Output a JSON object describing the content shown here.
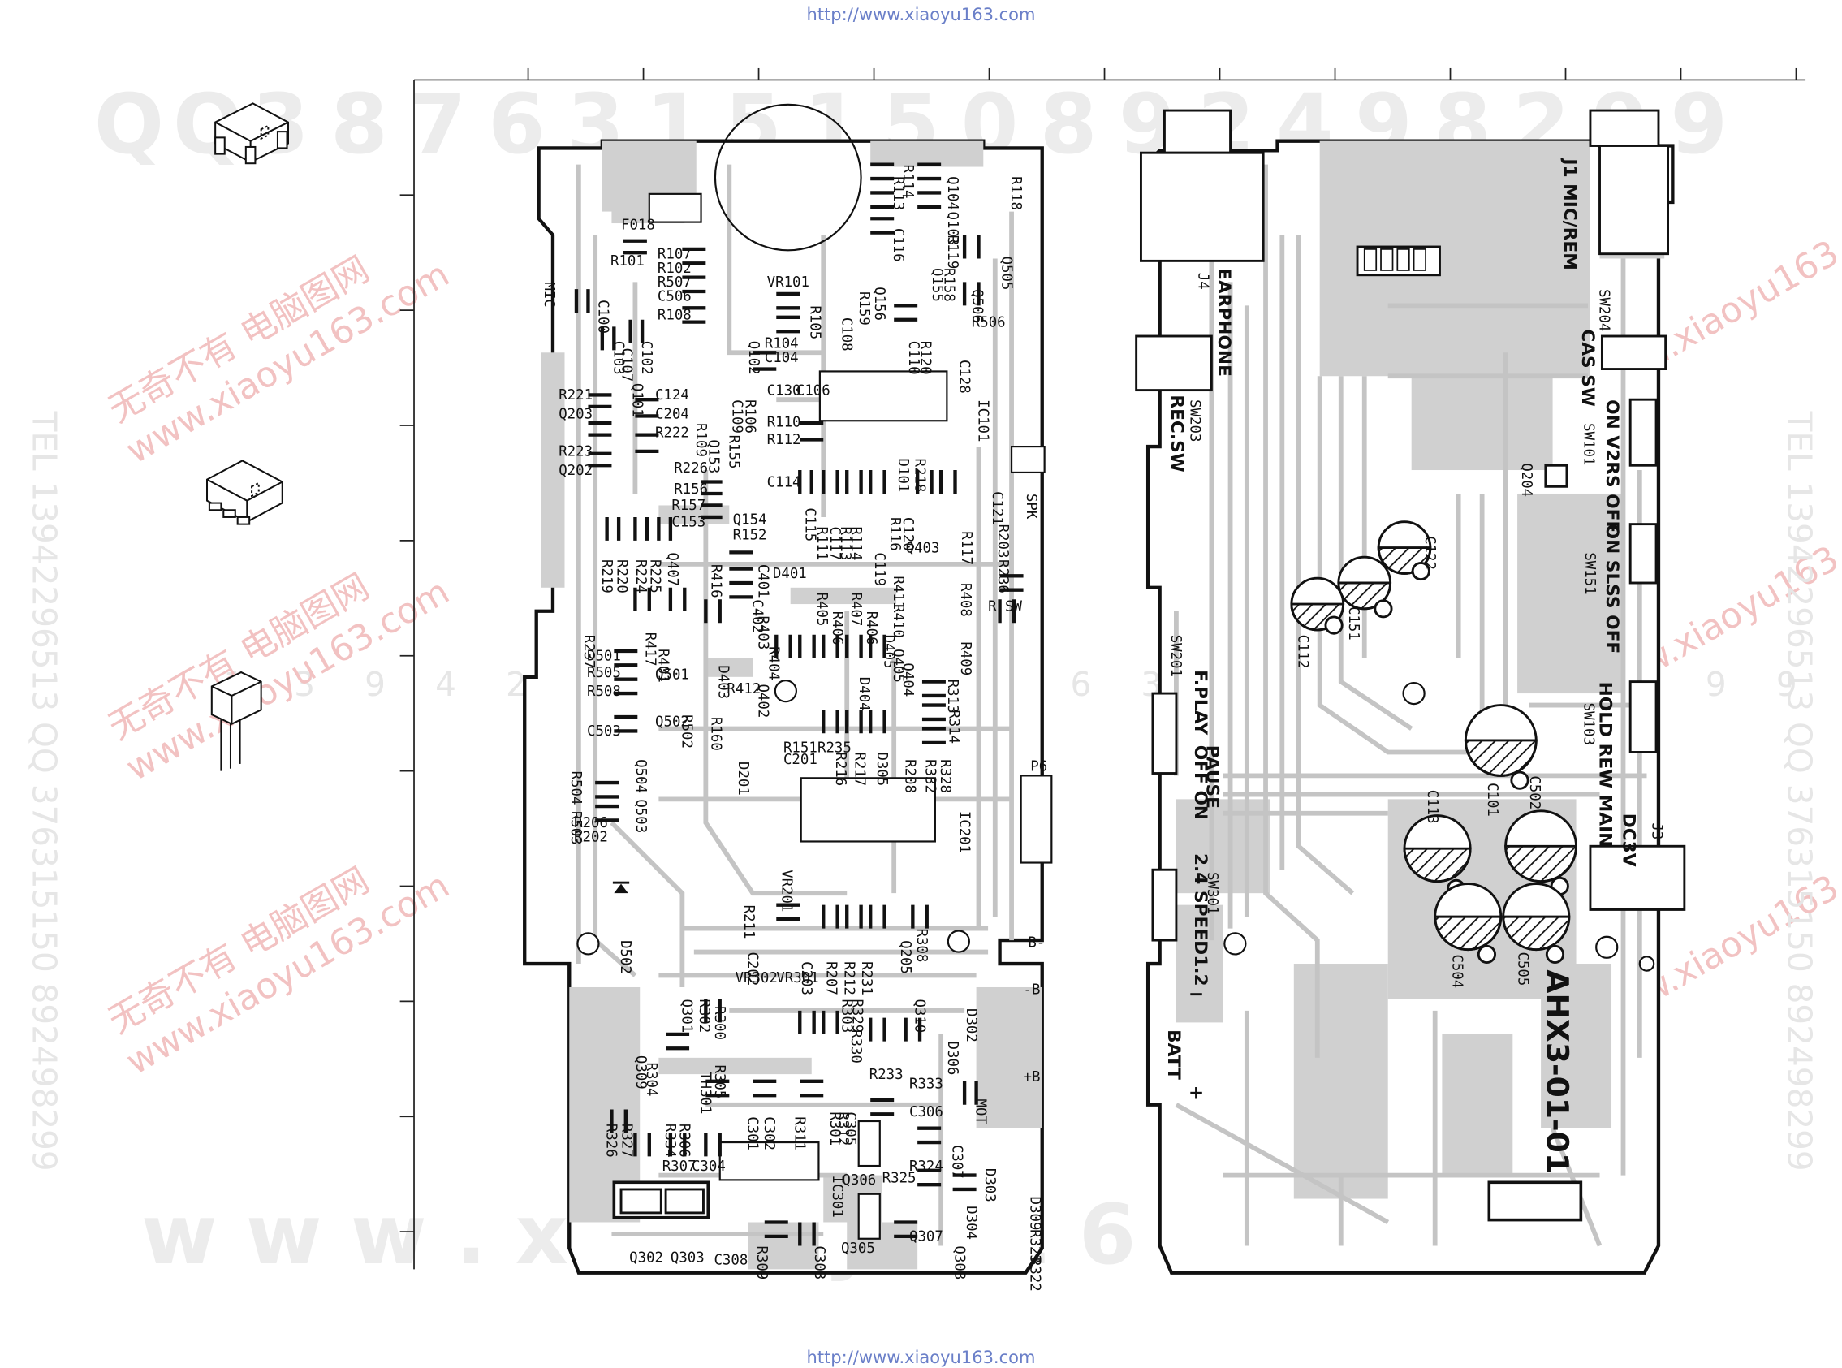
{
  "url_top": "http://www.xiaoyu163.com",
  "url_bottom": "http://www.xiaoyu163.com",
  "watermark": {
    "top_digits": [
      "Q",
      "Q",
      "3",
      "8",
      "7",
      "6",
      "3",
      "1",
      "5",
      "1",
      "5",
      "0",
      "8",
      "9",
      "2",
      "4",
      "9",
      "8",
      "2",
      "9",
      "9"
    ],
    "mid_digits": [
      "1",
      "3",
      "9",
      "4",
      "2",
      "2",
      "9",
      "6",
      "5",
      "1",
      "3",
      "7",
      "6",
      "3",
      "8",
      "9",
      "2",
      "4",
      "9",
      "8",
      "2",
      "9",
      "9"
    ],
    "bottom_text": "w w w . x i a o y u 1 6 3 . c o m",
    "cn_left": "无奇不有 电脑图网",
    "url_diag": "www.xiaoyu163.com",
    "tel_left": "TEL 13942296513  QQ 376315150  892498299",
    "tel_right": "TEL 13942296513  QQ 376315150  892498299"
  },
  "board_a_labels": [
    [
      "F018",
      528,
      195
    ],
    [
      "R101",
      519,
      226
    ],
    [
      "MIC",
      463,
      240
    ],
    [
      "C100",
      509,
      255
    ],
    [
      "R107",
      559,
      220
    ],
    [
      "R102",
      559,
      232
    ],
    [
      "R507",
      559,
      244
    ],
    [
      "C506",
      559,
      256
    ],
    [
      "R108",
      559,
      272
    ],
    [
      "C103",
      522,
      290
    ],
    [
      "C107",
      529,
      296
    ],
    [
      "C102",
      546,
      290
    ],
    [
      "Q101",
      538,
      326
    ],
    [
      "R221",
      475,
      340
    ],
    [
      "Q203",
      475,
      356
    ],
    [
      "C124",
      557,
      340
    ],
    [
      "C204",
      557,
      356
    ],
    [
      "R222",
      557,
      372
    ],
    [
      "R223",
      475,
      388
    ],
    [
      "Q202",
      475,
      404
    ],
    [
      "R226",
      573,
      402
    ],
    [
      "R156",
      573,
      420
    ],
    [
      "R157",
      571,
      434
    ],
    [
      "C153",
      571,
      448
    ],
    [
      "R219",
      512,
      476
    ],
    [
      "R220",
      525,
      476
    ],
    [
      "R224",
      541,
      476
    ],
    [
      "R225",
      553,
      476
    ],
    [
      "Q407",
      568,
      470
    ],
    [
      "R416",
      605,
      480
    ],
    [
      "C401",
      645,
      480
    ],
    [
      "R237",
      497,
      540
    ],
    [
      "D501",
      499,
      562
    ],
    [
      "R505",
      499,
      576
    ],
    [
      "R508",
      499,
      592
    ],
    [
      "R417",
      549,
      538
    ],
    [
      "R401",
      560,
      552
    ],
    [
      "Q501",
      557,
      578
    ],
    [
      "R502",
      580,
      608
    ],
    [
      "Q502",
      557,
      618
    ],
    [
      "C503",
      499,
      626
    ],
    [
      "Q504",
      541,
      646
    ],
    [
      "R504",
      486,
      656
    ],
    [
      "Q503",
      541,
      680
    ],
    [
      "R503",
      486,
      690
    ],
    [
      "R206",
      488,
      704
    ],
    [
      "R202",
      488,
      716
    ],
    [
      "D502",
      528,
      800
    ],
    [
      "VR101",
      652,
      244
    ],
    [
      "R105",
      689,
      260
    ],
    [
      "Q102",
      637,
      290
    ],
    [
      "R104",
      650,
      296
    ],
    [
      "C104",
      650,
      308
    ],
    [
      "C109",
      623,
      340
    ],
    [
      "R106",
      634,
      340
    ],
    [
      "C130",
      652,
      336
    ],
    [
      "C106",
      677,
      336
    ],
    [
      "R109",
      592,
      360
    ],
    [
      "Q153",
      603,
      374
    ],
    [
      "R155",
      620,
      370
    ],
    [
      "R110",
      652,
      363
    ],
    [
      "R112",
      652,
      378
    ],
    [
      "C114",
      652,
      414
    ],
    [
      "Q154",
      623,
      446
    ],
    [
      "R152",
      623,
      459
    ],
    [
      "D401",
      657,
      492
    ],
    [
      "C402",
      640,
      510
    ],
    [
      "R403",
      645,
      524
    ],
    [
      "R404",
      654,
      550
    ],
    [
      "D403",
      611,
      566
    ],
    [
      "Q402",
      645,
      582
    ],
    [
      "R412",
      618,
      590
    ],
    [
      "R160",
      605,
      610
    ],
    [
      "D201",
      628,
      648
    ],
    [
      "R151",
      666,
      640
    ],
    [
      "C201",
      666,
      650
    ],
    [
      "VR201",
      665,
      740
    ],
    [
      "R211",
      633,
      770
    ],
    [
      "C202",
      636,
      810
    ],
    [
      "C203",
      682,
      818
    ],
    [
      "R207",
      703,
      818
    ],
    [
      "R212",
      718,
      818
    ],
    [
      "R231",
      733,
      818
    ],
    [
      "Q301",
      580,
      850
    ],
    [
      "R302",
      595,
      850
    ],
    [
      "R300",
      608,
      856
    ],
    [
      "VR302",
      625,
      836
    ],
    [
      "VR301",
      660,
      836
    ],
    [
      "Q309",
      541,
      898
    ],
    [
      "R304",
      550,
      904
    ],
    [
      "TH301",
      596,
      912
    ],
    [
      "R305",
      608,
      906
    ],
    [
      "R326",
      516,
      956
    ],
    [
      "R327",
      529,
      956
    ],
    [
      "R334",
      566,
      956
    ],
    [
      "R306",
      578,
      956
    ],
    [
      "R307",
      563,
      996
    ],
    [
      "C304",
      588,
      996
    ],
    [
      "C301",
      636,
      950
    ],
    [
      "C302",
      650,
      950
    ],
    [
      "R311",
      676,
      950
    ],
    [
      "Q302",
      535,
      1074
    ],
    [
      "Q303",
      570,
      1074
    ],
    [
      "C308",
      607,
      1076
    ],
    [
      "R309",
      644,
      1060
    ],
    [
      "C303",
      693,
      1060
    ],
    [
      "Q305",
      715,
      1066
    ],
    [
      "IC301",
      708,
      1000
    ],
    [
      "Q306",
      716,
      1008
    ],
    [
      "Q307",
      773,
      1056
    ],
    [
      "R322",
      876,
      1070
    ],
    [
      "R323",
      876,
      1046
    ],
    [
      "D309",
      876,
      1018
    ],
    [
      "Q308",
      812,
      1060
    ],
    [
      "D304",
      822,
      1026
    ],
    [
      "D303",
      838,
      994
    ],
    [
      "R325",
      750,
      1006
    ],
    [
      "R324",
      773,
      996
    ],
    [
      "C306",
      773,
      950
    ],
    [
      "C307",
      810,
      974
    ],
    [
      "R333",
      773,
      926
    ],
    [
      "R233",
      739,
      918
    ],
    [
      "MOT",
      830,
      935
    ],
    [
      "D306",
      806,
      886
    ],
    [
      "D302",
      822,
      858
    ],
    [
      "Q310",
      778,
      850
    ],
    [
      "R303",
      716,
      850
    ],
    [
      "R329",
      725,
      850
    ],
    [
      "R330",
      724,
      876
    ],
    [
      "R312",
      713,
      946
    ],
    [
      "R301",
      706,
      946
    ],
    [
      "C305",
      719,
      946
    ],
    [
      "Q205",
      766,
      800
    ],
    [
      "R308",
      780,
      790
    ],
    [
      "R235",
      695,
      640
    ],
    [
      "R216",
      711,
      640
    ],
    [
      "R217",
      727,
      640
    ],
    [
      "D305",
      746,
      640
    ],
    [
      "R208",
      770,
      646
    ],
    [
      "R332",
      787,
      646
    ],
    [
      "R328",
      800,
      646
    ],
    [
      "R314",
      807,
      604
    ],
    [
      "R313",
      806,
      578
    ],
    [
      "D404",
      731,
      576
    ],
    [
      "R405",
      695,
      504
    ],
    [
      "R406",
      708,
      520
    ],
    [
      "R407",
      724,
      504
    ],
    [
      "R406",
      737,
      520
    ],
    [
      "D405",
      752,
      540
    ],
    [
      "Q405",
      760,
      552
    ],
    [
      "Q404",
      768,
      564
    ],
    [
      "R410",
      760,
      514
    ],
    [
      "R411",
      760,
      490
    ],
    [
      "Q403",
      770,
      470
    ],
    [
      "R408",
      817,
      496
    ],
    [
      "R409",
      817,
      546
    ],
    [
      "R SW",
      840,
      520
    ],
    [
      "C119",
      744,
      470
    ],
    [
      "R111",
      695,
      448
    ],
    [
      "C117",
      706,
      448
    ],
    [
      "R113",
      715,
      448
    ],
    [
      "R114",
      724,
      448
    ],
    [
      "C115",
      685,
      432
    ],
    [
      "R116",
      757,
      440
    ],
    [
      "C120",
      768,
      440
    ],
    [
      "D101",
      764,
      390
    ],
    [
      "R218",
      778,
      390
    ],
    [
      "R117",
      818,
      452
    ],
    [
      "R203",
      849,
      446
    ],
    [
      "R236",
      849,
      476
    ],
    [
      "SPK",
      873,
      420
    ],
    [
      "C121",
      844,
      418
    ],
    [
      "C128",
      816,
      306
    ],
    [
      "IC101",
      832,
      340
    ],
    [
      "R120",
      783,
      290
    ],
    [
      "C110",
      773,
      290
    ],
    [
      "R506",
      826,
      278
    ],
    [
      "Q506",
      827,
      246
    ],
    [
      "Q505",
      852,
      218
    ],
    [
      "R118",
      860,
      150
    ],
    [
      "Q104",
      806,
      150
    ],
    [
      "Q103",
      806,
      180
    ],
    [
      "R119",
      806,
      200
    ],
    [
      "R113",
      760,
      150
    ],
    [
      "R114",
      768,
      140
    ],
    [
      "C116",
      760,
      194
    ],
    [
      "Q155",
      793,
      228
    ],
    [
      "R158",
      803,
      228
    ],
    [
      "R159",
      731,
      248
    ],
    [
      "Q156",
      744,
      244
    ],
    [
      "C108",
      716,
      270
    ],
    [
      "IC201",
      816,
      690
    ],
    [
      "P6",
      876,
      656
    ],
    [
      "B-",
      874,
      806
    ],
    [
      "-B",
      870,
      846
    ],
    [
      "+B",
      870,
      920
    ]
  ],
  "board_b_labels": [
    [
      "J1 MIC/REM",
      1330,
      135
    ],
    [
      "SW204",
      1360,
      246
    ],
    [
      "CAS SW",
      1345,
      280
    ],
    [
      "ON V2RS OFF",
      1366,
      340
    ],
    [
      "SW101",
      1347,
      360
    ],
    [
      "ON SLSS OFF",
      1366,
      446
    ],
    [
      "SW151",
      1348,
      470
    ],
    [
      "HOLD REW MAIN",
      1360,
      580
    ],
    [
      "SW103",
      1347,
      598
    ],
    [
      "J3",
      1405,
      700
    ],
    [
      "DC3V",
      1380,
      692
    ],
    [
      "EARPHONE",
      1036,
      228
    ],
    [
      "J4",
      1019,
      232
    ],
    [
      "REC.SW",
      996,
      336
    ],
    [
      "SW203",
      1012,
      340
    ],
    [
      "F.PLAY",
      1016,
      570
    ],
    [
      "SW201",
      996,
      540
    ],
    [
      "PAUSE",
      1026,
      634
    ],
    [
      "OFF ON",
      1016,
      634
    ],
    [
      "2.4 SPEED1.2",
      1016,
      726
    ],
    [
      "SW301",
      1027,
      742
    ],
    [
      "BATT",
      993,
      876
    ],
    [
      "Q204",
      1294,
      394
    ],
    [
      "C122",
      1212,
      456
    ],
    [
      "C151",
      1147,
      516
    ],
    [
      "C112",
      1104,
      540
    ],
    [
      "C101",
      1265,
      666
    ],
    [
      "C502",
      1301,
      660
    ],
    [
      "C113",
      1214,
      672
    ],
    [
      "C504",
      1235,
      812
    ],
    [
      "C505",
      1291,
      810
    ],
    [
      "AHX3-01-01",
      1315,
      825
    ]
  ]
}
